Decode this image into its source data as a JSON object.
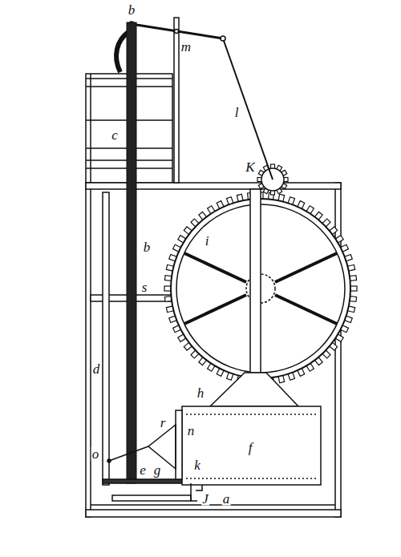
{
  "diagram": {
    "labels": [
      "b",
      "m",
      "c",
      "l",
      "K",
      "b",
      "i",
      "s",
      "d",
      "h",
      "r",
      "n",
      "o",
      "f",
      "k",
      "e",
      "g",
      "J",
      "a"
    ]
  }
}
